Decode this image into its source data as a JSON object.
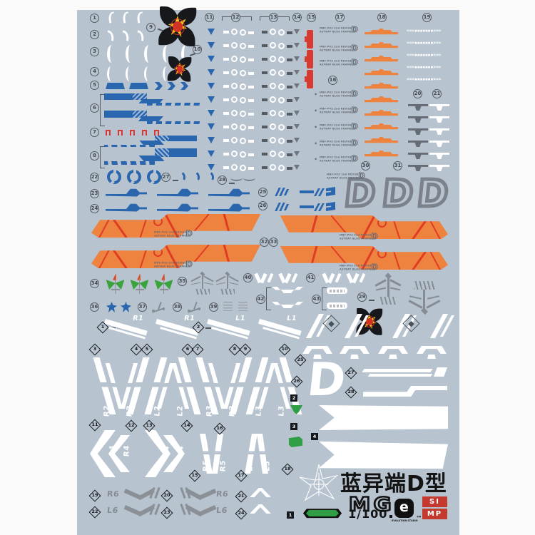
{
  "sheet": {
    "background": "#b7c3cf",
    "page_background": "#fafafa"
  },
  "colors": {
    "blue": "#2a66ae",
    "orange": "#ee8340",
    "red": "#d63a30",
    "gray": "#7d838c",
    "green": "#2f9e44",
    "white": "#ffffff",
    "ink": "#15181c",
    "stamp_red": "#c43a2e"
  },
  "markers": {
    "circled": [
      "1",
      "2",
      "3",
      "4",
      "5",
      "6",
      "7",
      "8",
      "9",
      "10",
      "11",
      "12",
      "13",
      "14",
      "15",
      "16",
      "17",
      "18",
      "19",
      "20",
      "21",
      "22",
      "23",
      "24",
      "25",
      "26",
      "27",
      "28",
      "29",
      "30",
      "31",
      "32",
      "33",
      "34",
      "35",
      "36",
      "37",
      "38",
      "39",
      "40",
      "41",
      "42",
      "43"
    ],
    "diamond": [
      "1",
      "2",
      "3",
      "4",
      "5",
      "6",
      "7",
      "8",
      "9",
      "10",
      "11",
      "12",
      "13",
      "14",
      "15",
      "16",
      "17",
      "18",
      "19",
      "20",
      "21",
      "22",
      "23",
      "24",
      "25",
      "26",
      "27",
      "28"
    ],
    "square": [
      "1",
      "2",
      "3",
      "4"
    ]
  },
  "labels": {
    "r1": "R1",
    "l1": "L1",
    "r2": "R2",
    "l2": "L2",
    "r3": "R3",
    "l3": "L3",
    "r4": "R4",
    "l4": "L4",
    "r5": "R5",
    "l5": "L5",
    "r6": "R6",
    "l6": "L6"
  },
  "decal_text": {
    "model_line1": "MBF-P03 2nd REVISE",
    "model_line2": "ASTRAY BLUE FRAME",
    "d_mark": "D",
    "star": "◆",
    "chevron_strip": "«««▪▪▪▪▪▪▪»»»",
    "big_d": "D"
  },
  "title": {
    "name_cn": "蓝异端D型",
    "grade": "MG",
    "scale": "1/100",
    "studio_mark": "e",
    "studio": "EVOLUTION STUDIO",
    "tm": "TM",
    "stamp_row1": "SI",
    "stamp_row2": "MP"
  }
}
